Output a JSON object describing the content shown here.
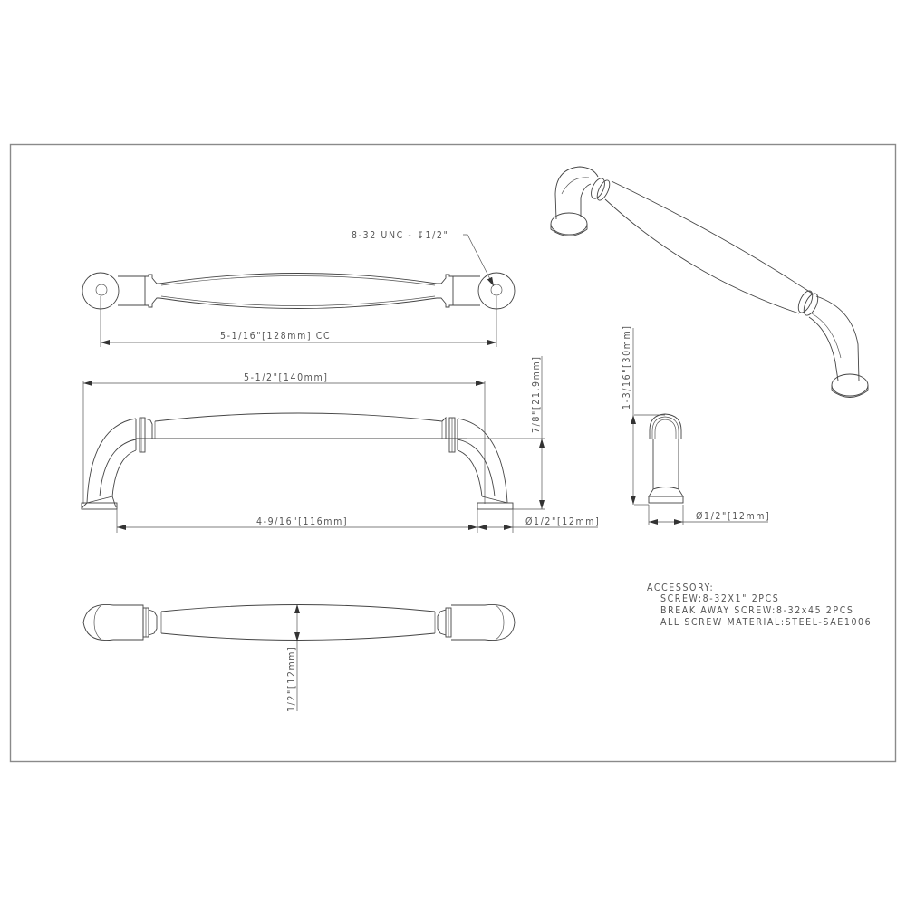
{
  "drawing": {
    "title": "Cabinet pull technical drawing",
    "line_color": "#444444",
    "frame_color": "#8a8a8a",
    "background": "#ffffff"
  },
  "top_view": {
    "thread_callout": "8-32 UNC - ↧1/2\"",
    "center_to_center": "5-1/16\"[128mm] CC"
  },
  "front_view": {
    "overall_length": "5-1/2\"[140mm]",
    "inner_span": "4-9/16\"[116mm]",
    "height": "7/8\"[21.9mm]",
    "base_diameter": "Ø1/2\"[12mm]"
  },
  "side_view": {
    "projection": "1-3/16\"[30mm]",
    "base_diameter": "Ø1/2\"[12mm]"
  },
  "bottom_view": {
    "width": "1/2\"[12mm]"
  },
  "accessory": {
    "heading": "ACCESSORY:",
    "lines": [
      "SCREW:8-32X1\" 2PCS",
      "BREAK AWAY SCREW:8-32x45 2PCS",
      "ALL SCREW MATERIAL:STEEL-SAE1006"
    ]
  }
}
